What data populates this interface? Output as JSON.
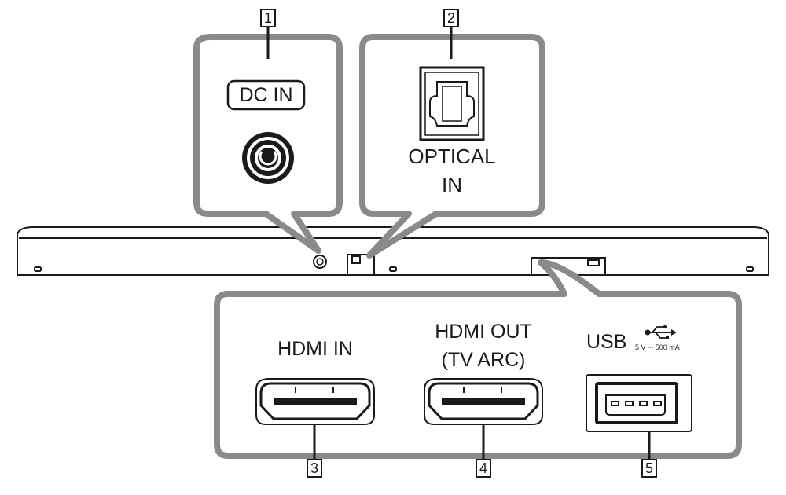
{
  "callouts": [
    {
      "number": "1",
      "label": "DC IN"
    },
    {
      "number": "2",
      "label_line1": "OPTICAL",
      "label_line2": "IN"
    },
    {
      "number": "3",
      "label": "HDMI IN"
    },
    {
      "number": "4",
      "label_line1": "HDMI OUT",
      "label_line2": "(TV ARC)"
    },
    {
      "number": "5",
      "label": "USB",
      "rating": "5 V ⎓ 500 mA"
    }
  ],
  "colors": {
    "panel_border": "#8a8a8a",
    "line": "#1a1a1a"
  },
  "icons": [
    "dc-jack-icon",
    "optical-port-icon",
    "hdmi-port-icon",
    "usb-port-icon",
    "usb-symbol-icon"
  ]
}
